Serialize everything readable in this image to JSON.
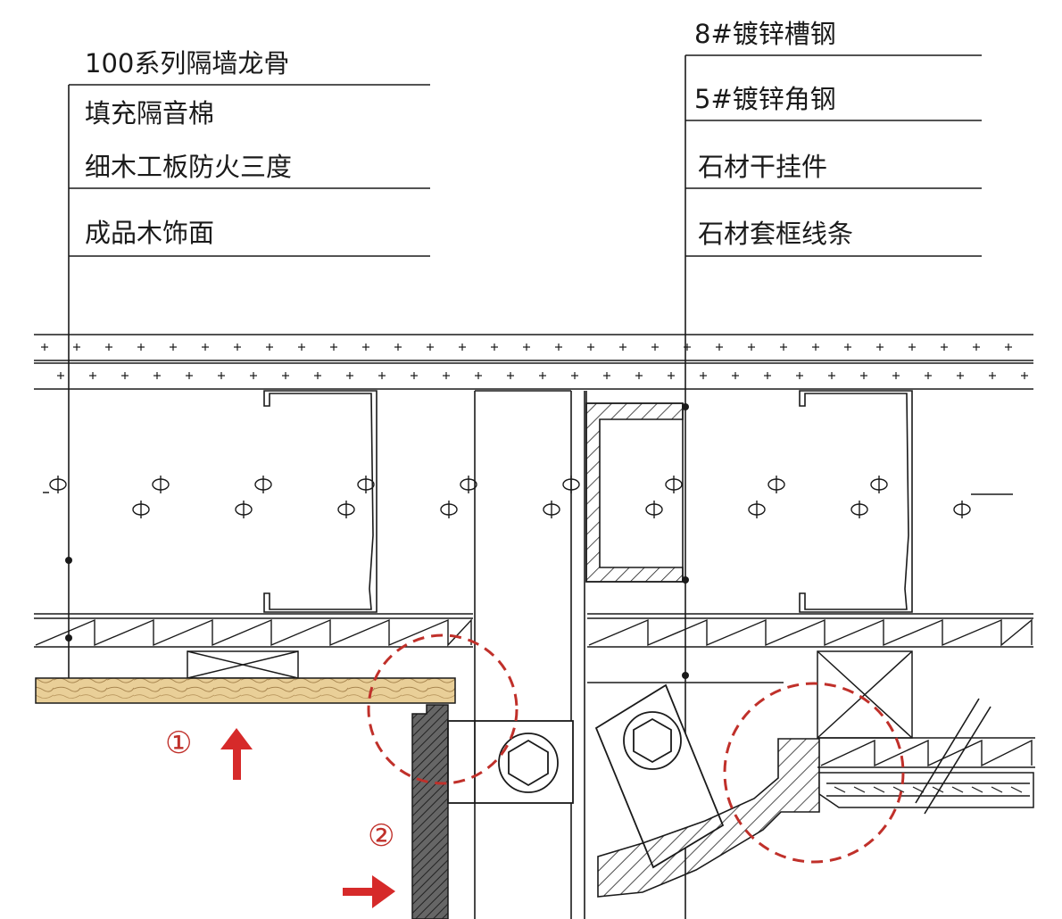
{
  "left_callout": {
    "labels": [
      "100系列隔墙龙骨",
      "填充隔音棉",
      "细木工板防火三度",
      "成品木饰面"
    ]
  },
  "right_callout": {
    "labels": [
      "8#镀锌槽钢",
      "5#镀锌角钢",
      "石材干挂件",
      "石材套框线条"
    ]
  },
  "markers": {
    "m1": "①",
    "m2": "②"
  },
  "colors": {
    "line": "#1a1a1a",
    "accent": "#c0302a",
    "wood": "#e9cf98",
    "hatch_dark": "#555555"
  },
  "icons": {
    "bolt": "hex-bolt-icon",
    "arrow_up": "arrow-up-icon",
    "arrow_right": "arrow-right-icon"
  }
}
